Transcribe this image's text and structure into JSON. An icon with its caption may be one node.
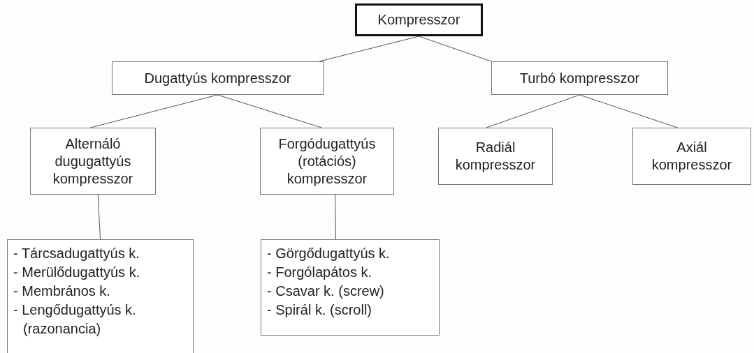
{
  "diagram": {
    "nodes": [
      {
        "text": [
          "Kompresszor"
        ]
      },
      {
        "text": [
          "Dugattyús kompresszor"
        ]
      },
      {
        "text": [
          "Turbó kompresszor"
        ]
      },
      {
        "text": [
          "Alternáló dugugattyús kompresszor"
        ]
      },
      {
        "text": [
          "Forgódugattyús (rotációs) kompresszor"
        ]
      },
      {
        "text": [
          "Radiál kompresszor"
        ]
      },
      {
        "text": [
          "Axiál kompresszor"
        ]
      },
      {
        "text": [
          "- Tárcsadugattyús k.",
          "- Merülődugattyús k.",
          "- Membrános k.",
          "- Lengődugattyús k. (razonancia)"
        ]
      },
      {
        "text": [
          "- Görgődugattyús k.",
          "- Forgólapátos k.",
          "- Csavar k. (screw)",
          "- Spirál k. (scroll)"
        ]
      }
    ],
    "edges": [
      {
        "from": 0,
        "to": 1,
        "arrow": "none"
      },
      {
        "from": 0,
        "to": 2,
        "arrow": "none"
      },
      {
        "from": 1,
        "to": 3,
        "arrow": "none"
      },
      {
        "from": 1,
        "to": 4,
        "arrow": "none"
      },
      {
        "from": 2,
        "to": 5,
        "arrow": "none"
      },
      {
        "from": 2,
        "to": 6,
        "arrow": "none"
      },
      {
        "from": 3,
        "to": 7,
        "arrow": "none"
      },
      {
        "from": 4,
        "to": 8,
        "arrow": "none"
      }
    ]
  }
}
